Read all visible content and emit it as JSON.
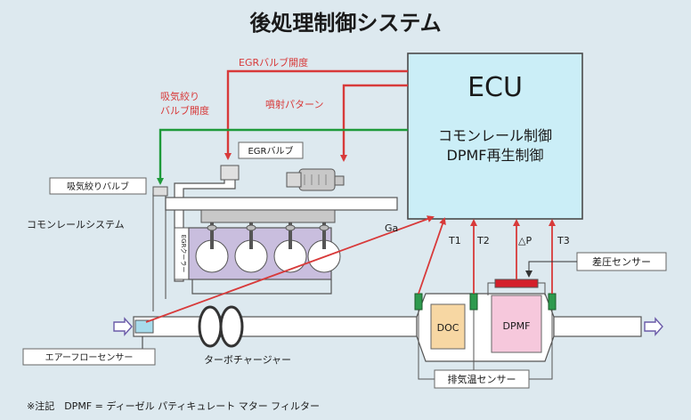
{
  "title": "後処理制御システム",
  "ecu": {
    "name": "ECU",
    "line1": "コモンレール制御",
    "line2": "DPMF再生制御"
  },
  "signals": {
    "egr_valve_opening": "EGRバルブ開度",
    "intake_throttle_line1": "吸気絞り",
    "intake_throttle_line2": "バルブ開度",
    "injection_pattern": "噴射パターン"
  },
  "labels": {
    "egr_valve": "EGRバルブ",
    "intake_throttle_valve": "吸気絞りバルブ",
    "common_rail_system": "コモンレールシステム",
    "egr_cooler": "EGRクーラー",
    "ga": "Ga",
    "t1": "T1",
    "t2": "T2",
    "delta_p": "△P",
    "t3": "T3",
    "diff_pressure_sensor": "差圧センサー",
    "doc": "DOC",
    "dpmf": "DPMF",
    "air_flow_sensor": "エアーフローセンサー",
    "turbocharger": "ターボチャージャー",
    "exhaust_temp_sensor": "排気温センサー"
  },
  "note": "※注記　DPMF = ディーゼル パティキュレート マター フィルター",
  "colors": {
    "background": "#dde9ef",
    "ecu_fill": "#cbeef7",
    "signal_red": "#d83a3a",
    "signal_green": "#1e9a3a",
    "sensor_green": "#2e9a4e",
    "doc_fill": "#f7d7a3",
    "dpmf_fill": "#f6c8dc",
    "engine_block": "#c9bede",
    "pipe": "#ffffff"
  }
}
